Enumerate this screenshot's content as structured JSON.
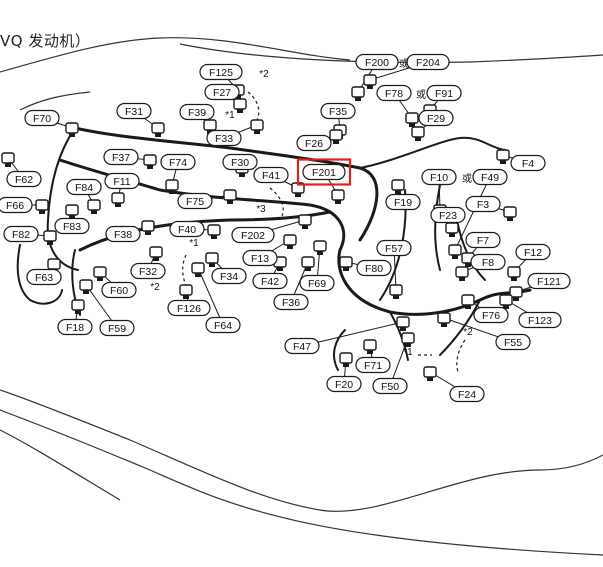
{
  "header": {
    "text": "VQ 发动机）"
  },
  "or_text": "或",
  "star_labels": [
    "*1",
    "*2",
    "*3"
  ],
  "highlight": {
    "label": "F201",
    "color": "#e02020"
  },
  "connectors": [
    "F125",
    "F27",
    "F31",
    "F39",
    "F33",
    "F35",
    "F70",
    "F26",
    "F62",
    "F37",
    "F74",
    "F30",
    "F41",
    "F201",
    "F84",
    "F11",
    "F75",
    "F66",
    "F83",
    "F40",
    "F202",
    "F82",
    "F38",
    "F63",
    "F32",
    "F34",
    "F13",
    "F60",
    "F126",
    "F64",
    "F18",
    "F59",
    "F42",
    "F69",
    "F36",
    "F200",
    "F204",
    "F78",
    "F91",
    "F29",
    "F4",
    "F10",
    "F49",
    "F19",
    "F3",
    "F23",
    "F57",
    "F80",
    "F7",
    "F12",
    "F8",
    "F121",
    "F76",
    "F123",
    "F55",
    "F47",
    "F71",
    "F20",
    "F50",
    "F24"
  ],
  "colors": {
    "line": "#1a1a1a",
    "label_fill": "#ffffff",
    "highlight": "#e02020"
  }
}
